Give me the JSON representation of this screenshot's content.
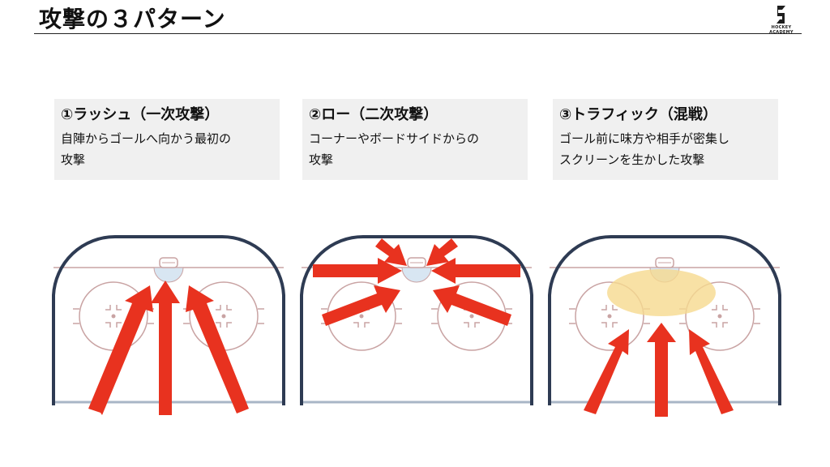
{
  "header": {
    "title": "攻撃の３パターン",
    "logo_text": "HOCKEY ACADEMY"
  },
  "cards": [
    {
      "heading": "①ラッシュ（一次攻撃）",
      "body_line1": "自陣からゴールへ向かう最初の",
      "body_line2": "攻撃"
    },
    {
      "heading": "②ロー（二次攻撃）",
      "body_line1": "コーナーやボードサイドからの",
      "body_line2": "攻撃"
    },
    {
      "heading": "③トラフィック（混戦）",
      "body_line1": "ゴール前に味方や相手が密集し",
      "body_line2": "スクリーンを生かした攻撃"
    }
  ],
  "colors": {
    "arrow": "#e8321f",
    "board": "#2e3b53",
    "line": "#c9a3a3",
    "crease": "#d8e6f2",
    "traffic": "#f6d98e",
    "card_bg": "#f0f0f0"
  }
}
